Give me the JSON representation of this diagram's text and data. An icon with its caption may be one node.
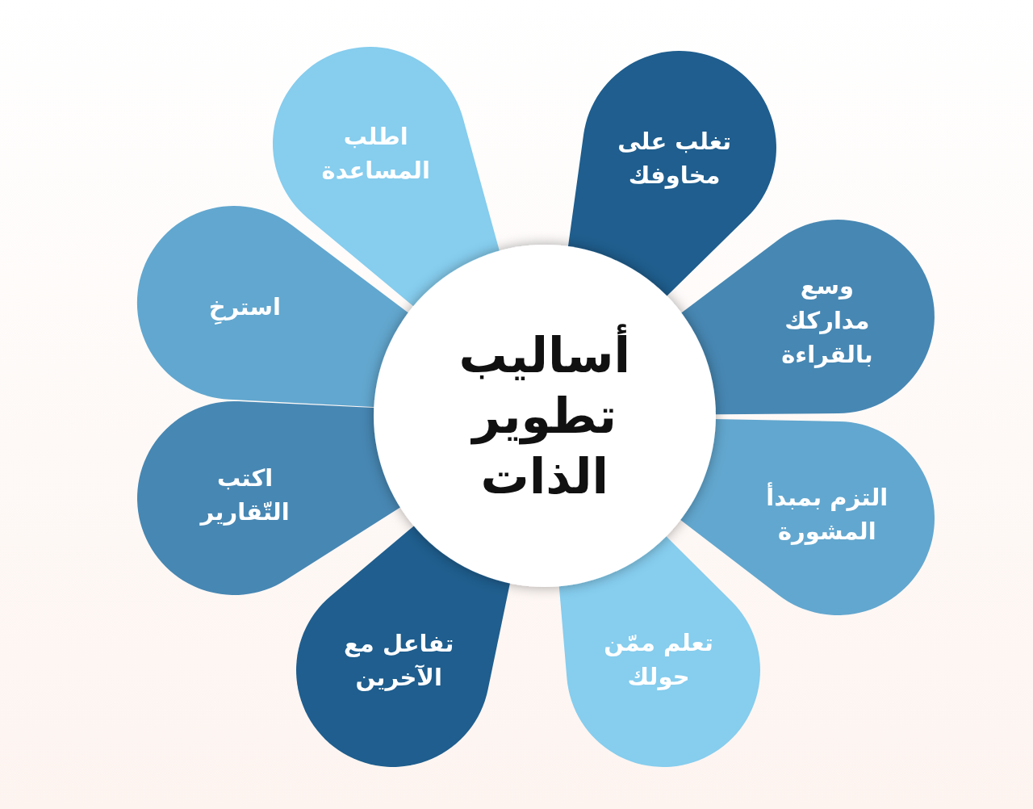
{
  "diagram": {
    "nodes": [
      {
        "text": [
          "أساليب تطوير الذات"
        ]
      },
      {
        "text": [
          "اطلب المساعدة"
        ]
      },
      {
        "text": [
          "تغلب على مخاوفك"
        ]
      },
      {
        "text": [
          "استرخِ"
        ]
      },
      {
        "text": [
          "وسع مداركك بالقراءة"
        ]
      },
      {
        "text": [
          "اكتب التّقارير"
        ]
      },
      {
        "text": [
          "التزم بمبدأ المشورة"
        ]
      },
      {
        "text": [
          "تفاعل مع الآخرين"
        ]
      },
      {
        "text": [
          "تعلم ممّن حولك"
        ]
      }
    ]
  }
}
